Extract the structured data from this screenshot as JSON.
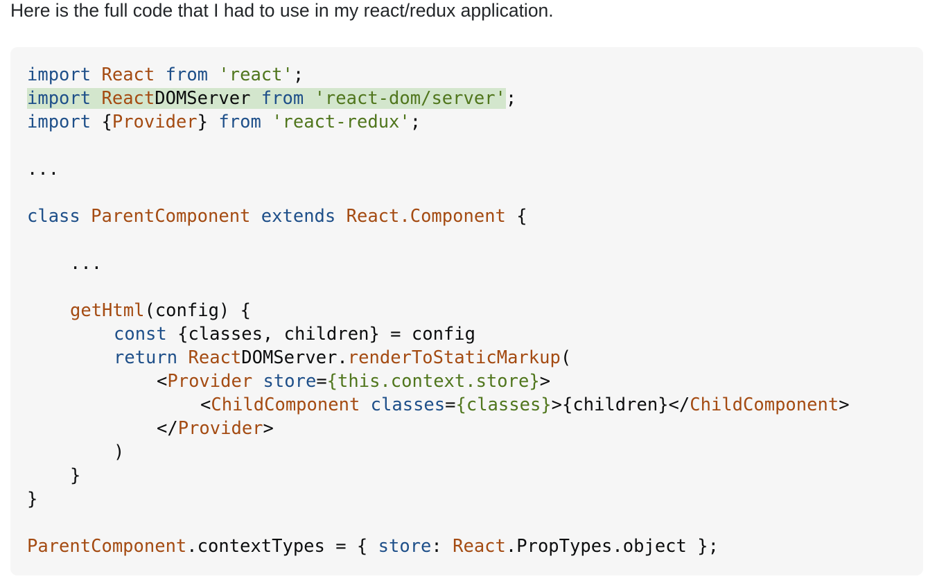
{
  "intro_text": "Here is the full code that I had to use in my react/redux application.",
  "code": {
    "l1": {
      "a": "import",
      "b": " ",
      "c": "React",
      "d": " ",
      "e": "from",
      "f": " ",
      "g": "'react'",
      "h": ";"
    },
    "l2": {
      "a": "import",
      "b": " ",
      "c": "React",
      "d": "DOMServer",
      "e": " ",
      "f": "from",
      "g": " ",
      "h": "'react-dom/server'",
      "i": ";"
    },
    "l3": {
      "a": "import",
      "b": " {",
      "c": "Provider",
      "d": "} ",
      "e": "from",
      "f": " ",
      "g": "'react-redux'",
      "h": ";"
    },
    "l5": {
      "a": "..."
    },
    "l7": {
      "a": "class",
      "b": " ",
      "c": "ParentComponent",
      "d": " ",
      "e": "extends",
      "f": " ",
      "g": "React.Component",
      "h": " {"
    },
    "l9": {
      "a": "..."
    },
    "l11": {
      "a": "getHtml",
      "b": "(config) {"
    },
    "l12": {
      "a": "const",
      "b": " {classes, children} = config"
    },
    "l13": {
      "a": "return",
      "b": " ",
      "c": "React",
      "d": "DOMServer.",
      "e": "renderToStaticMarkup",
      "f": "("
    },
    "l14": {
      "a": "<",
      "b": "Provider",
      "c": " ",
      "d": "store",
      "e": "=",
      "f": "{this.context.store}",
      "g": ">"
    },
    "l15": {
      "a": "<",
      "b": "ChildComponent",
      "c": " ",
      "d": "classes",
      "e": "=",
      "f": "{classes}",
      "g": ">{children}</",
      "h": "ChildComponent",
      "i": ">"
    },
    "l16": {
      "a": "</",
      "b": "Provider",
      "c": ">"
    },
    "l17": {
      "a": ")"
    },
    "l18": {
      "a": "}"
    },
    "l19": {
      "a": "}"
    },
    "l21": {
      "a": "ParentComponent",
      "b": ".contextTypes = { ",
      "c": "store",
      "d": ": ",
      "e": "React",
      "f": ".PropTypes.object };"
    }
  }
}
